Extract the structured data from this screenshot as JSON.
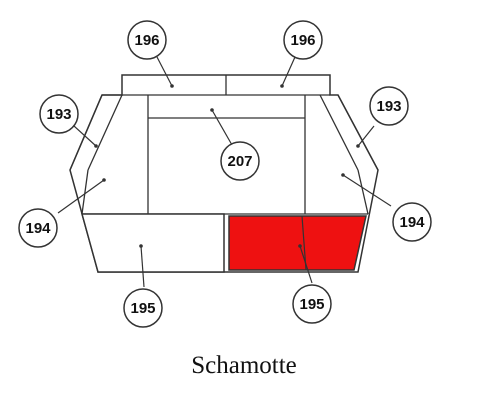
{
  "caption": "Schamotte",
  "highlight_color": "#ee1111",
  "callouts": {
    "top_left": "196",
    "top_right": "196",
    "upper_left": "193",
    "upper_right": "193",
    "center": "207",
    "mid_left": "194",
    "mid_right": "194",
    "bottom_left": "195",
    "bottom_right": "195"
  }
}
